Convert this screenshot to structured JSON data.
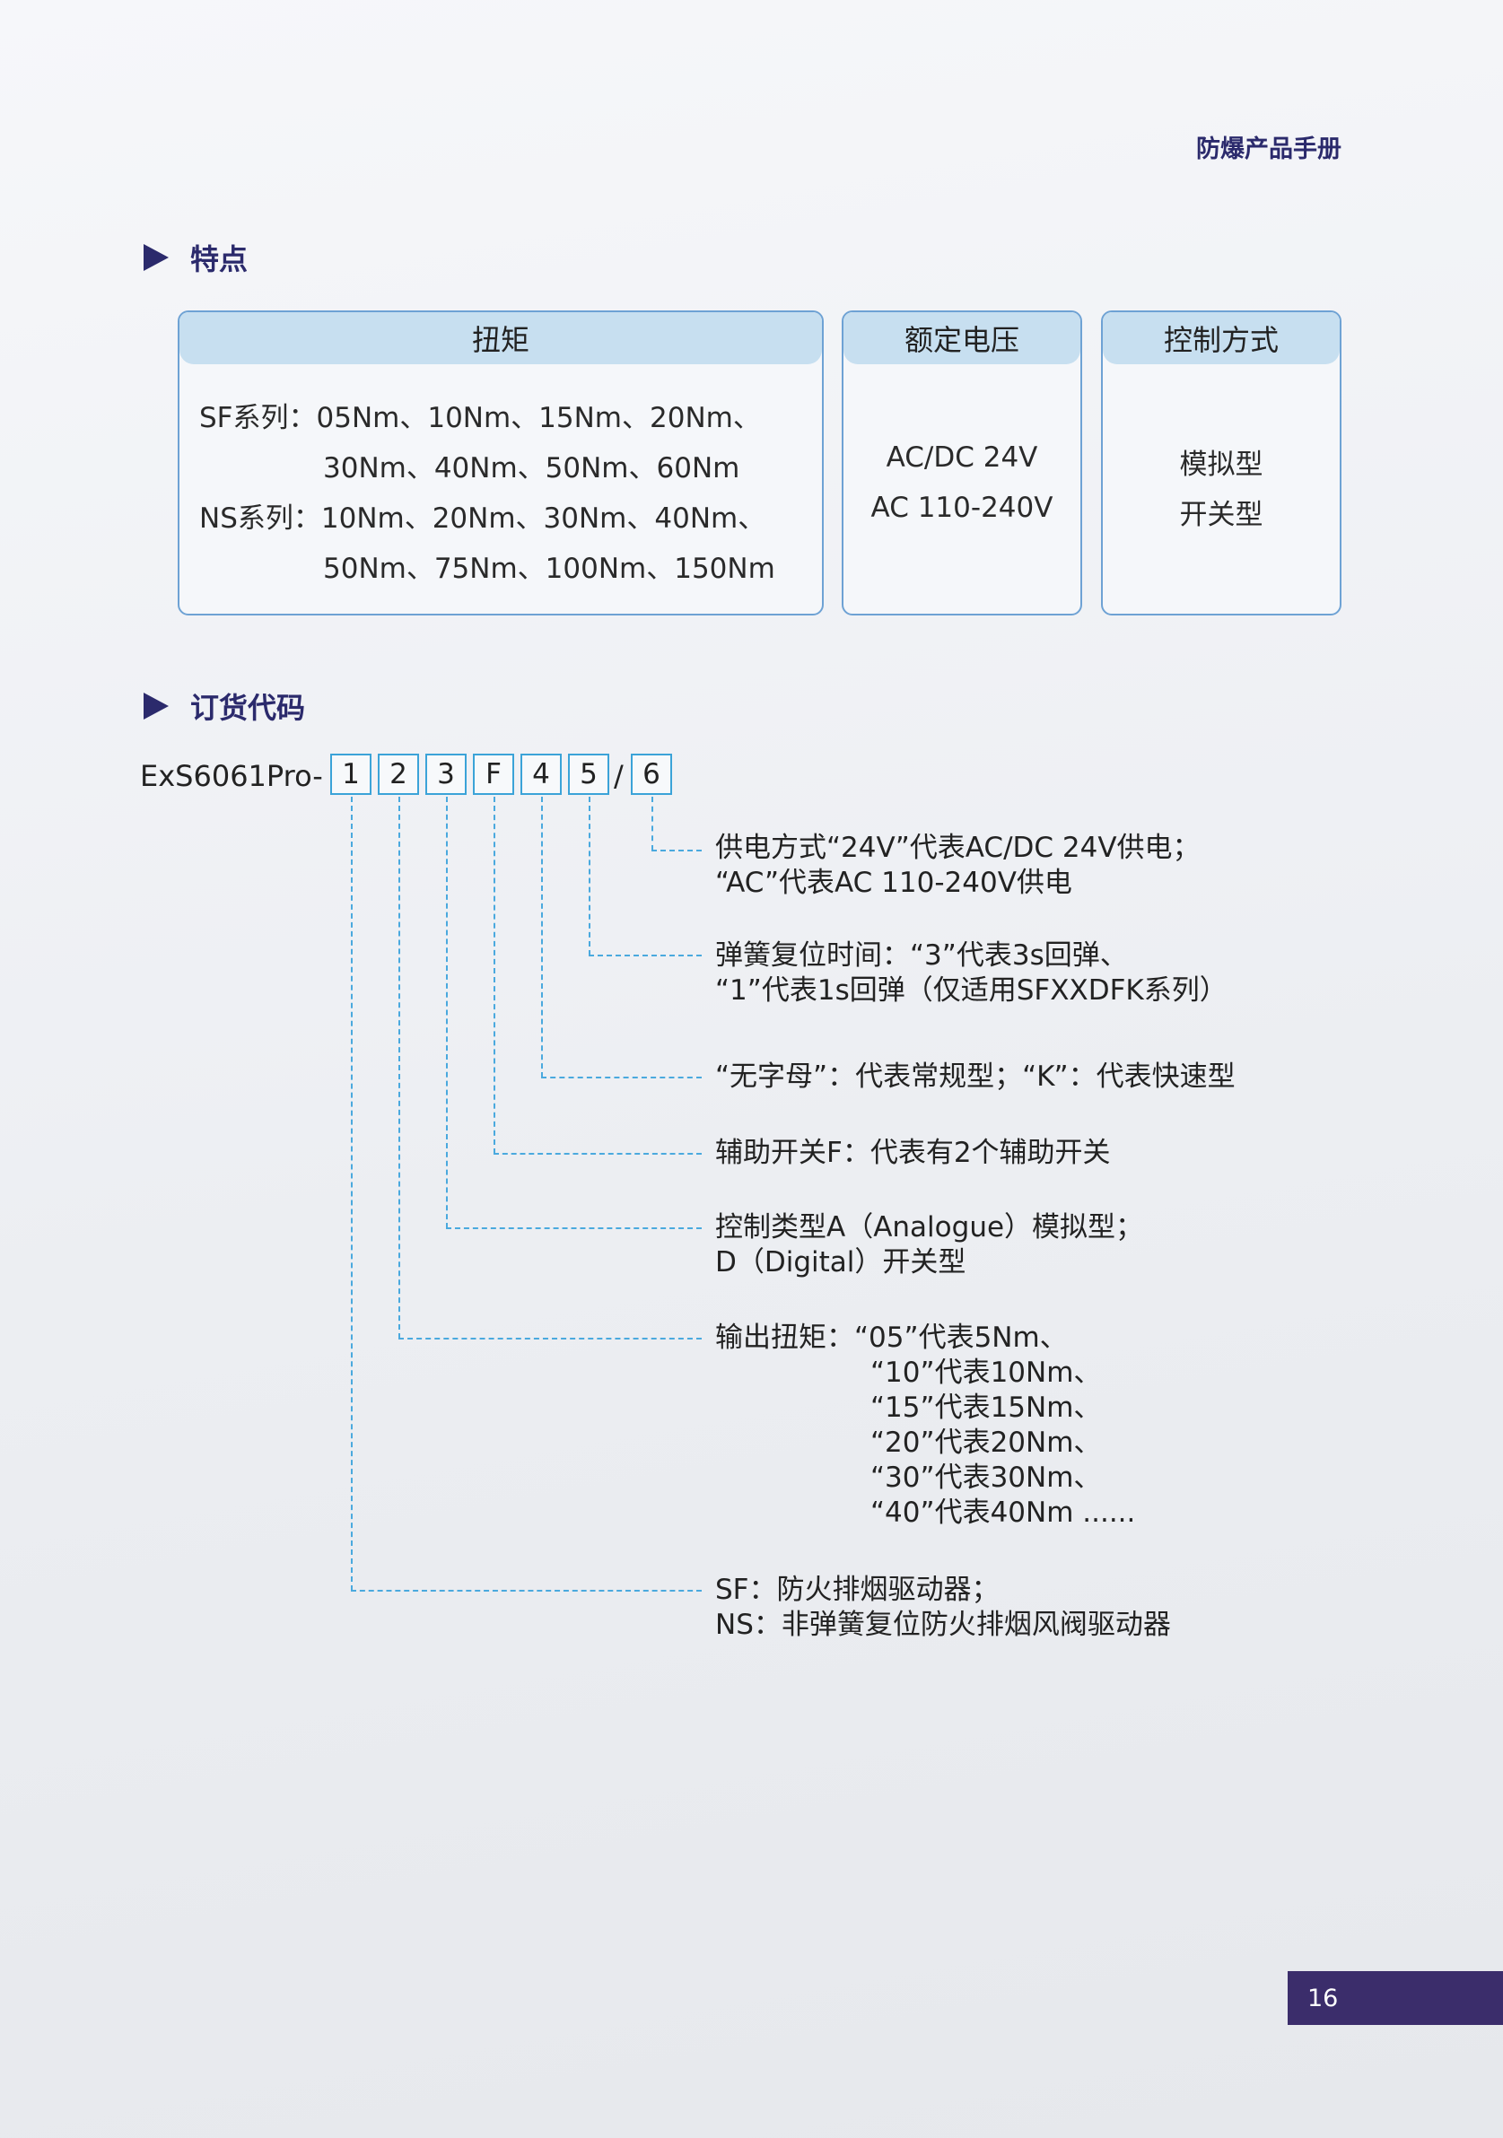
{
  "header": {
    "title": "防爆产品手册"
  },
  "features": {
    "title": "特点",
    "torque": {
      "header": "扭矩",
      "lines": [
        "SF系列：05Nm、10Nm、15Nm、20Nm、",
        "30Nm、40Nm、50Nm、60Nm",
        "NS系列：10Nm、20Nm、30Nm、40Nm、",
        "50Nm、75Nm、100Nm、150Nm"
      ]
    },
    "voltage": {
      "header": "额定电压",
      "lines": [
        "AC/DC 24V",
        "AC 110-240V"
      ]
    },
    "control": {
      "header": "控制方式",
      "lines": [
        "模拟型",
        "开关型"
      ]
    }
  },
  "ordering": {
    "title": "订货代码",
    "prefix": "ExS6061Pro-",
    "boxes": [
      "1",
      "2",
      "3",
      "F",
      "4",
      "5",
      "6"
    ],
    "slash": "/",
    "descriptions": {
      "d6": [
        "供电方式“24V”代表AC/DC 24V供电；",
        " “AC”代表AC 110-240V供电"
      ],
      "d5": [
        "弹簧复位时间：“3”代表3s回弹、",
        " “1”代表1s回弹（仅适用SFXXDFK系列）"
      ],
      "d4": [
        "“无字母”：代表常规型；“K”：代表快速型"
      ],
      "dF": [
        "辅助开关F：代表有2个辅助开关"
      ],
      "d3": [
        "控制类型A（Analogue）模拟型；",
        "D（Digital）开关型"
      ],
      "d2": [
        "输出扭矩：“05”代表5Nm、",
        "“10”代表10Nm、",
        "“15”代表15Nm、",
        "“20”代表20Nm、",
        "“30”代表30Nm、",
        "“40”代表40Nm ......"
      ],
      "d1": [
        "SF：防火排烟驱动器；",
        "NS：非弹簧复位防火排烟风阀驱动器"
      ]
    }
  },
  "page_number": "16"
}
